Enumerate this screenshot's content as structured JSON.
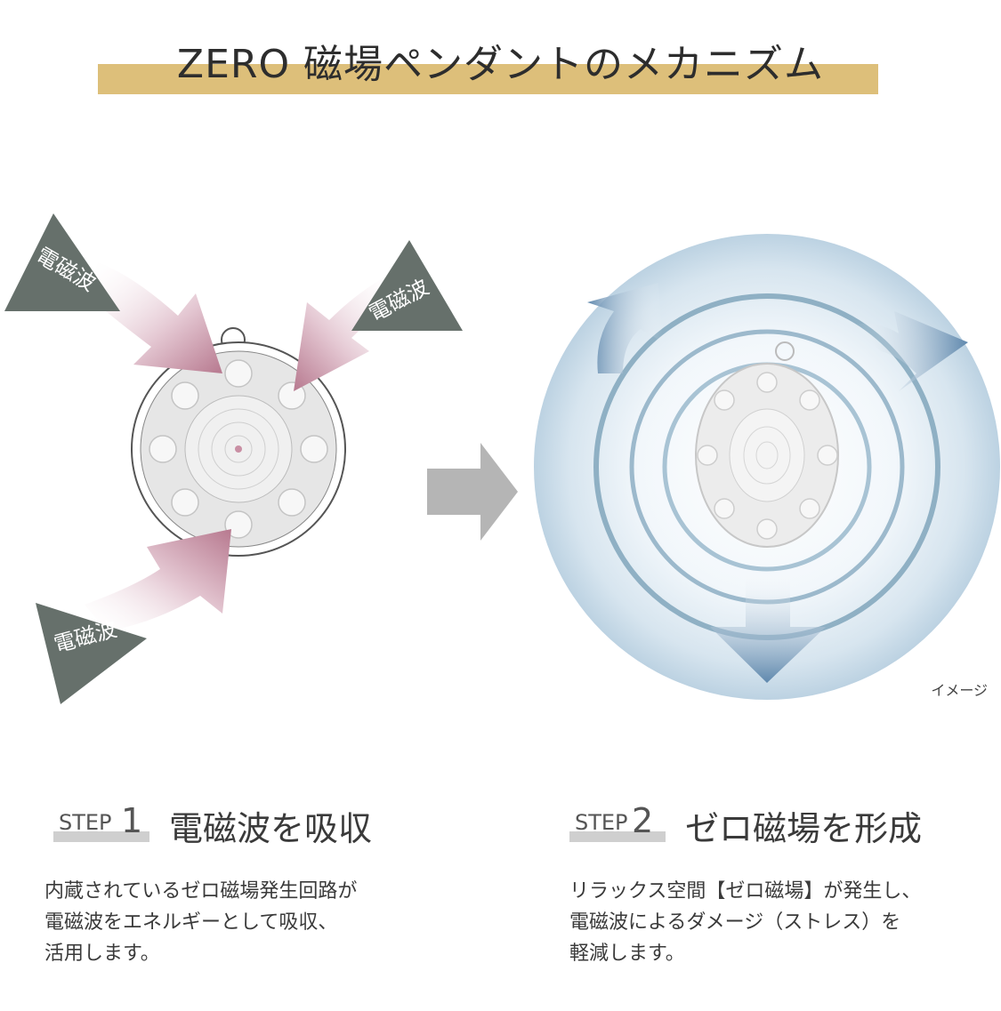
{
  "title": "ZERO 磁場ペンダントのメカニズム",
  "colors": {
    "title_bar": "#ddbf7a",
    "label_triangle": "#66706b",
    "arrow_pink": "#b7798f",
    "arrow_blue": "#5f88ad",
    "sphere": "#c9dbe8"
  },
  "labels": {
    "wave_top_left": "電磁波",
    "wave_top_right": "電磁波",
    "wave_bottom_left": "電磁波"
  },
  "image_note": "イメージ",
  "steps": [
    {
      "word": "STEP",
      "number": "1",
      "heading": "電磁波を吸収",
      "lines": [
        "内蔵されているゼロ磁場発生回路が",
        "電磁波をエネルギーとして吸収、",
        "活用します。"
      ]
    },
    {
      "word": "STEP",
      "number": "2",
      "heading": "ゼロ磁場を形成",
      "lines": [
        "リラックス空間【ゼロ磁場】が発生し、",
        "電磁波によるダメージ（ストレス）を",
        "軽減します。"
      ]
    }
  ]
}
